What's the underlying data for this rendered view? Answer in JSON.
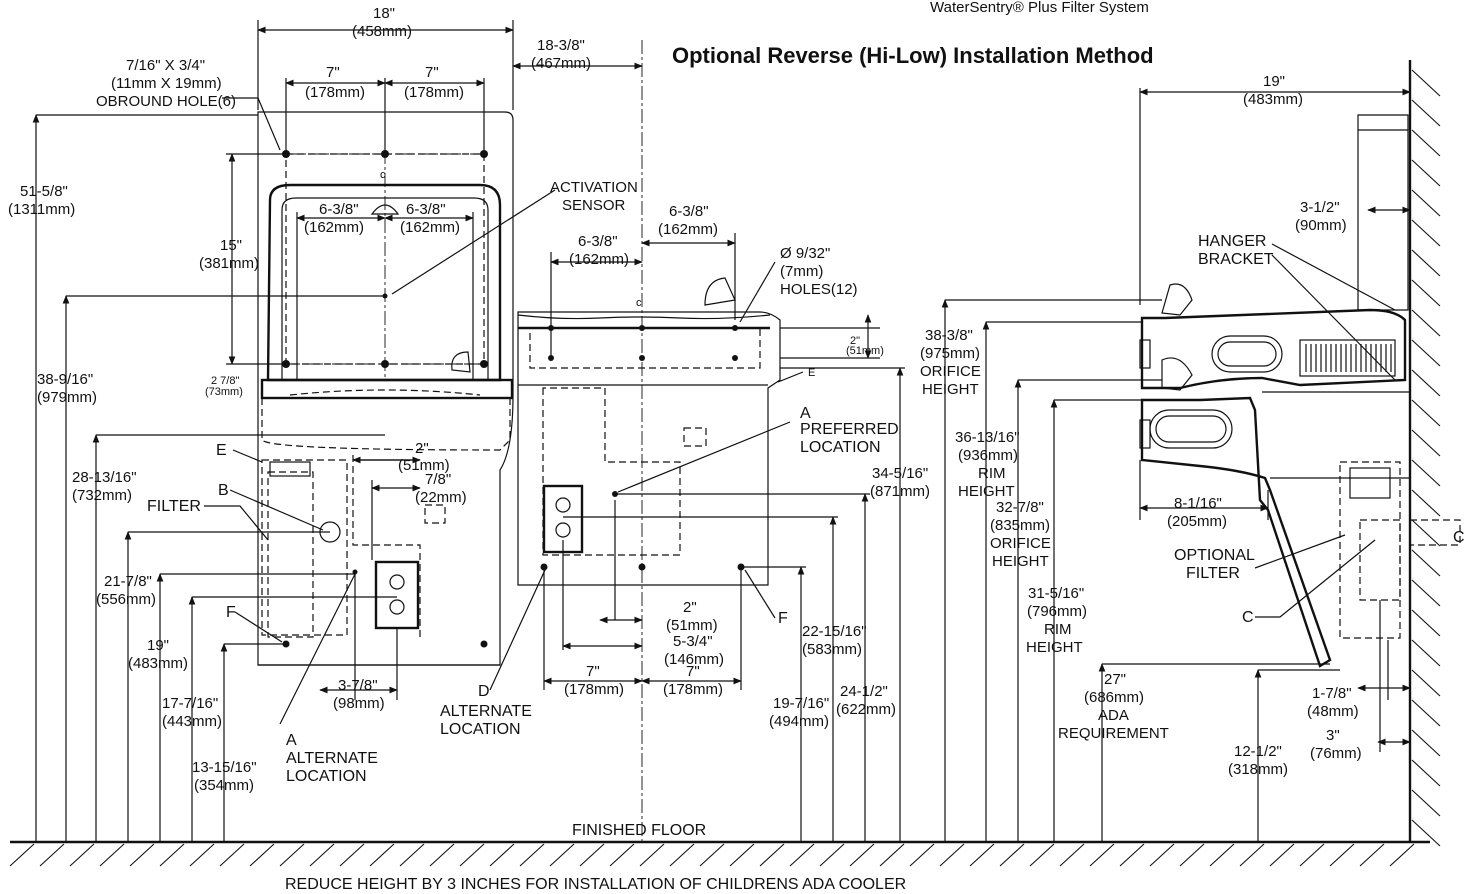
{
  "header": {
    "product_name": "WaterSentry® Plus Filter System",
    "title": "Optional Reverse (Hi-Low) Installation Method"
  },
  "footer": {
    "floor_label": "FINISHED FLOOR",
    "note": "REDUCE HEIGHT BY 3 INCHES FOR INSTALLATION OF CHILDRENS ADA COOLER"
  },
  "front_view": {
    "width_in": "18\"",
    "width_mm": "(458mm)",
    "half_left_in": "7\"",
    "half_left_mm": "(178mm)",
    "half_right_in": "7\"",
    "half_right_mm": "(178mm)",
    "hole_size": "7/16\" X 3/4\"",
    "hole_size_mm": "(11mm X 19mm)",
    "hole_desc": "OBROUND HOLE(6)",
    "sensor_left_in": "6-3/8\"",
    "sensor_left_mm": "(162mm)",
    "sensor_right_in": "6-3/8\"",
    "sensor_right_mm": "(162mm)",
    "activation_1": "ACTIVATION",
    "activation_2": "SENSOR",
    "bracket_h_in": "15\"",
    "bracket_h_mm": "(381mm)",
    "total_h_in": "51-5/8\"",
    "total_h_mm": "(1311mm)",
    "h_979_in": "38-9/16\"",
    "h_979_mm": "(979mm)",
    "h_732_in": "28-13/16\"",
    "h_732_mm": "(732mm)",
    "h_556_in": "21-7/8\"",
    "h_556_mm": "(556mm)",
    "h_483_in": "19\"",
    "h_483_mm": "(483mm)",
    "h_443_in": "17-7/16\"",
    "h_443_mm": "(443mm)",
    "h_354_in": "13-15/16\"",
    "h_354_mm": "(354mm)",
    "rim_in": "2 7/8\"",
    "rim_mm": "(73mm)",
    "gap_in": "2\"",
    "gap_mm": "(51mm)",
    "outlet_in": "7/8\"",
    "outlet_mm": "(22mm)",
    "offset_in": "3-7/8\"",
    "offset_mm": "(98mm)",
    "label_e": "E",
    "label_b": "B",
    "label_filter": "FILTER",
    "label_f": "F",
    "label_a": "A",
    "alt_1": "ALTERNATE",
    "alt_2": "LOCATION",
    "center_mark": "c"
  },
  "lower_view": {
    "span_in": "18-3/8\"",
    "span_mm": "(467mm)",
    "s1_in": "6-3/8\"",
    "s1_mm": "(162mm)",
    "s2_in": "6-3/8\"",
    "s2_mm": "(162mm)",
    "holes_1": "Ø 9/32\"",
    "holes_2": "(7mm)",
    "holes_3": "HOLES(12)",
    "d2_in": "2\"",
    "d2_mm": "(51mm)",
    "label_e": "E",
    "pref_a": "A",
    "pref_1": "PREFERRED",
    "pref_2": "LOCATION",
    "h_871_in": "34-5/16\"",
    "h_871_mm": "(871mm)",
    "h_583_in": "22-15/16\"",
    "h_583_mm": "(583mm)",
    "h_622_in": "24-1/2\"",
    "h_622_mm": "(622mm)",
    "h_494_in": "19-7/16\"",
    "h_494_mm": "(494mm)",
    "label_f": "F",
    "b2_in": "2\"",
    "b2_mm": "(51mm)",
    "b146_in": "5-3/4\"",
    "b146_mm": "(146mm)",
    "b178l_in": "7\"",
    "b178l_mm": "(178mm)",
    "b178r_in": "7\"",
    "b178r_mm": "(178mm)",
    "label_d": "D",
    "alt_1": "ALTERNATE",
    "alt_2": "LOCATION",
    "center_mark": "c"
  },
  "side_view": {
    "depth_in": "19\"",
    "depth_mm": "(483mm)",
    "wall_in": "3-1/2\"",
    "wall_mm": "(90mm)",
    "hanger_1": "HANGER",
    "hanger_2": "BRACKET",
    "orifice_in": "38-3/8\"",
    "orifice_mm": "(975mm)",
    "orifice_1": "ORIFICE",
    "orifice_2": "HEIGHT",
    "rim_in": "36-13/16\"",
    "rim_mm": "(936mm)",
    "rim_1": "RIM",
    "rim_2": "HEIGHT",
    "orifice2_in": "32-7/8\"",
    "orifice2_mm": "(835mm)",
    "orifice2_1": "ORIFICE",
    "orifice2_2": "HEIGHT",
    "rim2_in": "31-5/16\"",
    "rim2_mm": "(796mm)",
    "rim2_1": "RIM",
    "rim2_2": "HEIGHT",
    "ada_in": "27\"",
    "ada_mm": "(686mm)",
    "ada_1": "ADA",
    "ada_2": "REQUIREMENT",
    "reach_in": "8-1/16\"",
    "reach_mm": "(205mm)",
    "opt_1": "OPTIONAL",
    "opt_2": "FILTER",
    "label_c": "C",
    "label_c2": "C",
    "gap_in": "1-7/8\"",
    "gap_mm": "(48mm)",
    "off_in": "3\"",
    "off_mm": "(76mm)",
    "floor_in": "12-1/2\"",
    "floor_mm": "(318mm)"
  }
}
